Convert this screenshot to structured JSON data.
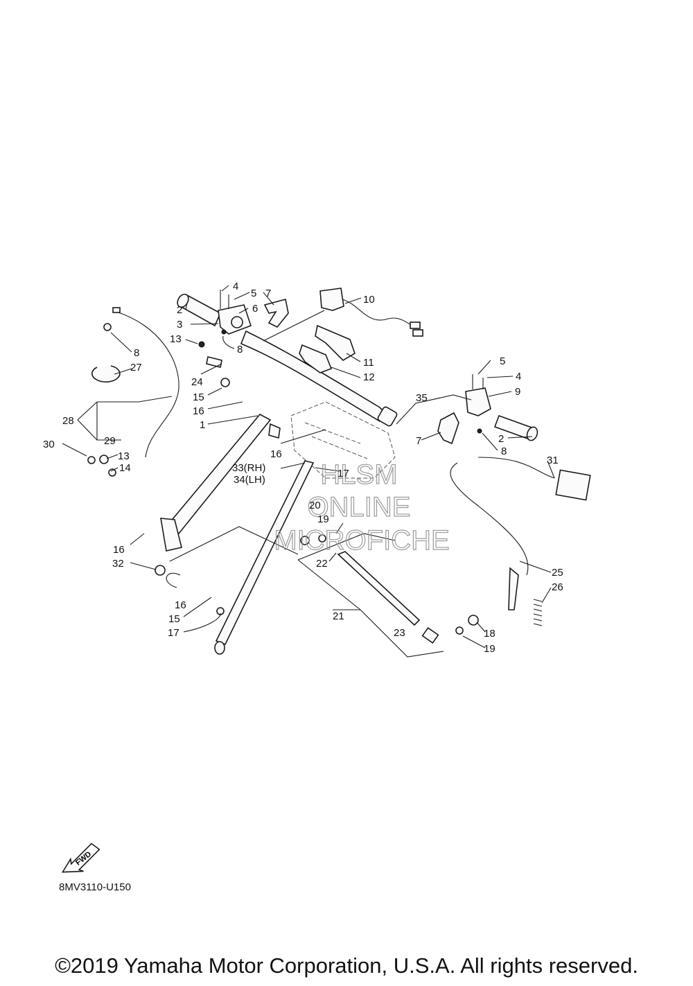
{
  "diagram": {
    "part_labels": {
      "p1": "1",
      "p2a": "2",
      "p2b": "2",
      "p3": "3",
      "p4a": "4",
      "p4b": "4",
      "p5a": "5",
      "p5b": "5",
      "p6": "6",
      "p7a": "7",
      "p7b": "7",
      "p8a": "8",
      "p8b": "8",
      "p8c": "8",
      "p9": "9",
      "p10": "10",
      "p11": "11",
      "p12": "12",
      "p13a": "13",
      "p13b": "13",
      "p14": "14",
      "p15a": "15",
      "p15b": "15",
      "p16a": "16",
      "p16b": "16",
      "p16c": "16",
      "p16d": "16",
      "p17a": "17",
      "p17b": "17",
      "p18": "18",
      "p19a": "19",
      "p19b": "19",
      "p20": "20",
      "p21": "21",
      "p22": "22",
      "p23": "23",
      "p24": "24",
      "p25": "25",
      "p26": "26",
      "p27": "27",
      "p28": "28",
      "p29": "29",
      "p30": "30",
      "p31": "31",
      "p32": "32",
      "p33": "33(RH)",
      "p34": "34(LH)",
      "p35": "35"
    },
    "watermark": [
      "HLSM",
      "ONLINE",
      "MICROFICHE"
    ],
    "fwd_label": "FWD",
    "code": "8MV3110-U150"
  },
  "footer": {
    "copyright": "©2019 Yamaha Motor Corporation, U.S.A. All rights reserved."
  }
}
